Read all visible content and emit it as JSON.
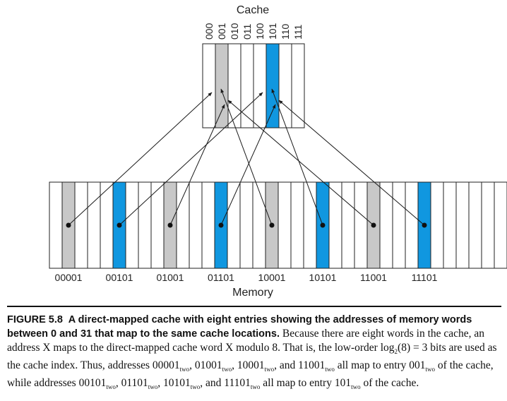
{
  "diagram": {
    "cache_title": "Cache",
    "memory_title": "Memory",
    "cache_indices": [
      "000",
      "001",
      "010",
      "011",
      "100",
      "101",
      "110",
      "111"
    ],
    "memory_labels": [
      "00001",
      "00101",
      "01001",
      "01101",
      "10001",
      "10101",
      "11001",
      "11101"
    ],
    "colors": {
      "gray": "#c8c8c8",
      "blue": "#1097e0",
      "line": "#1a1a1a"
    }
  },
  "caption": {
    "figure": "FIGURE 5.8",
    "lead": "A direct-mapped cache with eight entries showing the addresses of memory words between 0 and 31 that map to the same cache locations.",
    "body_1": "Because there are eight words in the cache, an address X maps to the direct-mapped cache word X modulo 8. That is, the low-order log",
    "log_sub": "2",
    "body_2": "(8) = 3 bits are used as the cache index. Thus, addresses 00001",
    "sub_two": "two",
    "sep_comma": ", 01001",
    "sep_10001": ", 10001",
    "sep_and_11001": ", and 11001",
    "map_001": " all map to entry 001",
    "mid": " of the cache, while addresses 00101",
    "sep_01101": ", 01101",
    "sep_10101": ", 10101",
    "sep_and_11101": ", and 11101",
    "map_101": " all map to entry 101",
    "end": " of the cache."
  }
}
